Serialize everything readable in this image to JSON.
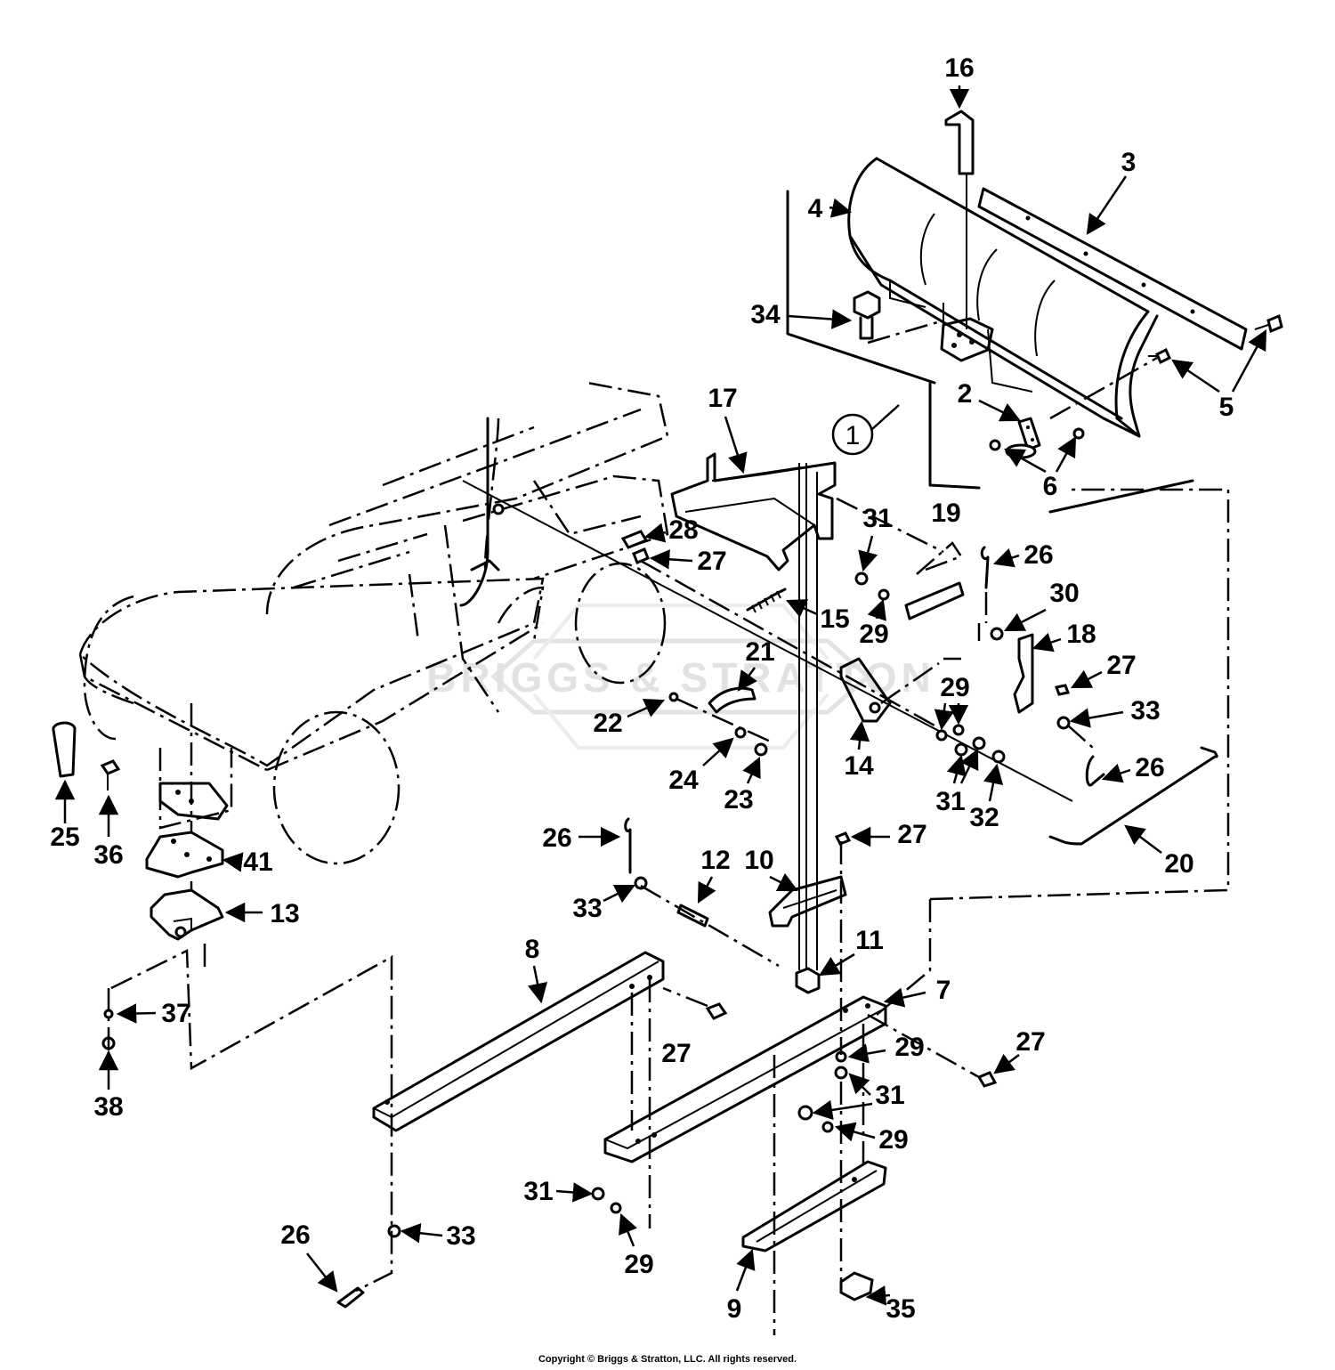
{
  "callouts": [
    {
      "id": "c1",
      "label": "1"
    },
    {
      "id": "c2",
      "label": "2"
    },
    {
      "id": "c3",
      "label": "3"
    },
    {
      "id": "c4",
      "label": "4"
    },
    {
      "id": "c5",
      "label": "5"
    },
    {
      "id": "c6a",
      "label": "6"
    },
    {
      "id": "c6b",
      "label": "6"
    },
    {
      "id": "c7",
      "label": "7"
    },
    {
      "id": "c8",
      "label": "8"
    },
    {
      "id": "c9",
      "label": "9"
    },
    {
      "id": "c10",
      "label": "10"
    },
    {
      "id": "c11",
      "label": "11"
    },
    {
      "id": "c12",
      "label": "12"
    },
    {
      "id": "c13",
      "label": "13"
    },
    {
      "id": "c14",
      "label": "14"
    },
    {
      "id": "c15",
      "label": "15"
    },
    {
      "id": "c16",
      "label": "16"
    },
    {
      "id": "c17",
      "label": "17"
    },
    {
      "id": "c18",
      "label": "18"
    },
    {
      "id": "c19",
      "label": "19"
    },
    {
      "id": "c20",
      "label": "20"
    },
    {
      "id": "c21",
      "label": "21"
    },
    {
      "id": "c22",
      "label": "22"
    },
    {
      "id": "c23",
      "label": "23"
    },
    {
      "id": "c24",
      "label": "24"
    },
    {
      "id": "c25",
      "label": "25"
    },
    {
      "id": "c26a",
      "label": "26"
    },
    {
      "id": "c26b",
      "label": "26"
    },
    {
      "id": "c26c",
      "label": "26"
    },
    {
      "id": "c26d",
      "label": "26"
    },
    {
      "id": "c27a",
      "label": "27"
    },
    {
      "id": "c27b",
      "label": "27"
    },
    {
      "id": "c27c",
      "label": "27"
    },
    {
      "id": "c27d",
      "label": "27"
    },
    {
      "id": "c27e",
      "label": "27"
    },
    {
      "id": "c28",
      "label": "28"
    },
    {
      "id": "c29a",
      "label": "29"
    },
    {
      "id": "c29b",
      "label": "29"
    },
    {
      "id": "c29c",
      "label": "29"
    },
    {
      "id": "c29d",
      "label": "29"
    },
    {
      "id": "c29e",
      "label": "29"
    },
    {
      "id": "c30",
      "label": "30"
    },
    {
      "id": "c31a",
      "label": "31"
    },
    {
      "id": "c31b",
      "label": "31"
    },
    {
      "id": "c31c",
      "label": "31"
    },
    {
      "id": "c31d",
      "label": "31"
    },
    {
      "id": "c32",
      "label": "32"
    },
    {
      "id": "c33a",
      "label": "33"
    },
    {
      "id": "c33b",
      "label": "33"
    },
    {
      "id": "c33c",
      "label": "33"
    },
    {
      "id": "c34",
      "label": "34"
    },
    {
      "id": "c35",
      "label": "35"
    },
    {
      "id": "c36",
      "label": "36"
    },
    {
      "id": "c37",
      "label": "37"
    },
    {
      "id": "c38",
      "label": "38"
    },
    {
      "id": "c41",
      "label": "41"
    }
  ],
  "watermark": "BRIGGS & STRATTON",
  "copyright": "Copyright © Briggs & Stratton, LLC. All rights reserved."
}
